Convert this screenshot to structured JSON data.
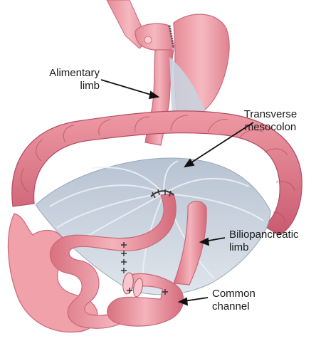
{
  "figure": {
    "labels": {
      "alimentary": [
        "Alimentary",
        "limb"
      ],
      "transverse": [
        "Transverse",
        "mesocolon"
      ],
      "biliopancreatic": [
        "Biliopancreatic",
        "limb"
      ],
      "common": [
        "Common",
        "channel"
      ]
    },
    "colors": {
      "stomach": "#f2a9b1",
      "stomach_dark": "#d97a86",
      "colon": "#e47f8b",
      "colon_dark": "#c4546a",
      "mesentery": "#c9d3df",
      "mesentery_line": "#eef2f7",
      "intestine": "#f0a1aa",
      "intestine_dark": "#d06f7d",
      "staple": "#333333",
      "arrow": "#111111"
    }
  }
}
